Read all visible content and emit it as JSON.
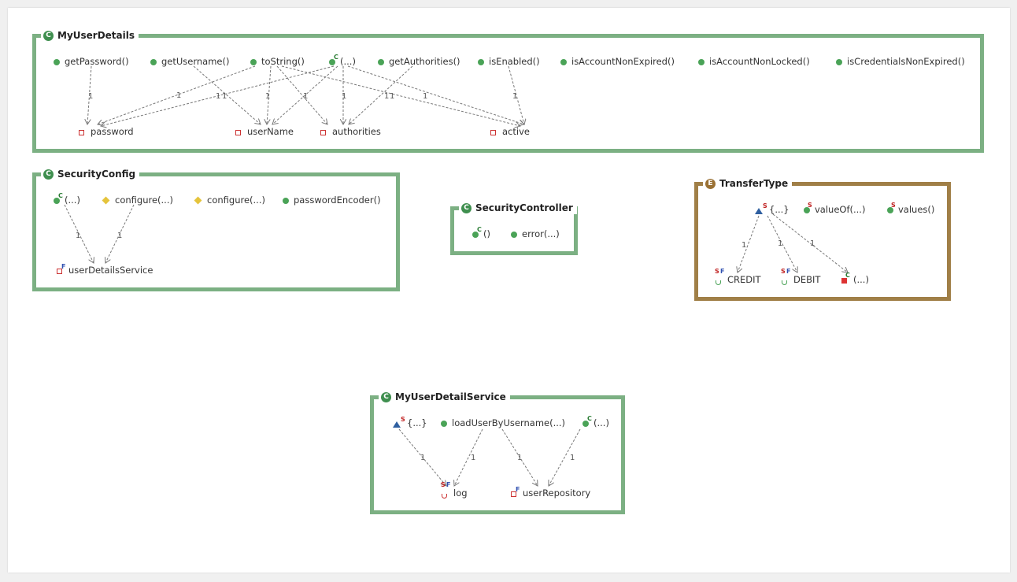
{
  "classes": {
    "my_user_details": {
      "name": "MyUserDetails",
      "members": [
        "getPassword()",
        "getUsername()",
        "toString()",
        "(...)",
        "getAuthorities()",
        "isEnabled()",
        "isAccountNonExpired()",
        "isAccountNonLocked()",
        "isCredentialsNonExpired()"
      ],
      "fields": [
        "password",
        "userName",
        "authorities",
        "active"
      ]
    },
    "security_config": {
      "name": "SecurityConfig",
      "members": [
        "(...)",
        "configure(...)",
        "configure(...)",
        "passwordEncoder()"
      ],
      "fields": [
        "userDetailsService"
      ]
    },
    "security_controller": {
      "name": "SecurityController",
      "members": [
        "()",
        "error(...)"
      ]
    },
    "transfer_type": {
      "name": "TransferType",
      "members": [
        "{...}",
        "valueOf(...)",
        "values()"
      ],
      "fields": [
        "CREDIT",
        "DEBIT",
        "(...)"
      ]
    },
    "my_user_detail_service": {
      "name": "MyUserDetailService",
      "members": [
        "{...}",
        "loadUserByUsername(...)",
        "(...)"
      ],
      "fields": [
        "log",
        "userRepository"
      ]
    }
  },
  "edge_label": "1",
  "colors": {
    "class_border": "#7cb083",
    "enum_border": "#a07f47",
    "method_icon": "#4aa357",
    "edge": "#777777"
  }
}
